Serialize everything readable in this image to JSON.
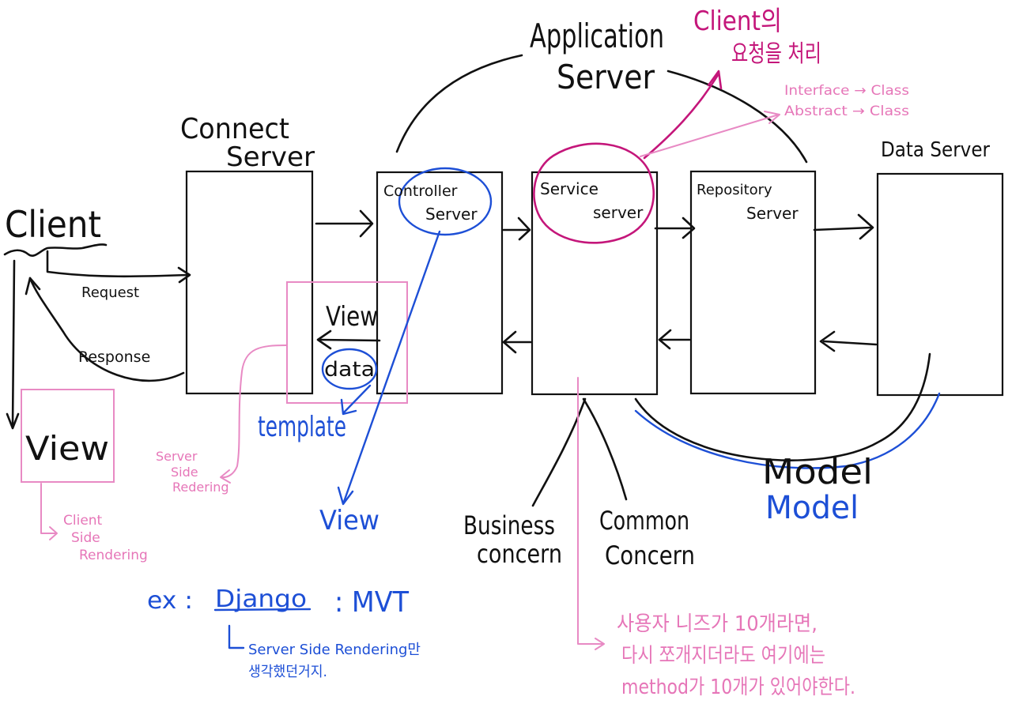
{
  "client": {
    "title": "Client",
    "request": "Request",
    "response": "Response",
    "view": "View"
  },
  "connect_server": {
    "line1": "Connect",
    "line2": "Server"
  },
  "controller": {
    "line1": "Controller",
    "line2": "Server"
  },
  "service": {
    "line1": "Service",
    "line2": "server"
  },
  "repository": {
    "line1": "Repository",
    "line2": "Server"
  },
  "data_server": {
    "title": "Data Server"
  },
  "application_server": {
    "line1": "Application",
    "line2": "Server"
  },
  "client_request": {
    "line1": "Client의",
    "line2": "요청을 처리"
  },
  "interface_note": {
    "line1": "Interface → Class",
    "line2": "Abstract → Class"
  },
  "view_box": {
    "view": "View",
    "data": "data"
  },
  "template_label": "template",
  "server_side_rendering": {
    "line1": "Server",
    "line2": "Side",
    "line3": "Redering"
  },
  "client_side_rendering": {
    "line1": "Client",
    "line2": "Side",
    "line3": "Rendering"
  },
  "blue_view": "View",
  "business_concern": {
    "line1": "Business",
    "line2": "concern"
  },
  "common_concern": {
    "line1": "Common",
    "line2": "Concern"
  },
  "model_black": "Model",
  "model_blue": "Model",
  "django_note": {
    "ex": "ex :",
    "django": "Django",
    "mvt": ": MVT",
    "line1": "Server Side Rendering만",
    "line2": "생각했던거지."
  },
  "korean_note": {
    "line1": "사용자 니즈가 10개라면,",
    "line2": "다시 쪼개지더라도 여기에는",
    "line3": "method가 10개가 있어야한다."
  }
}
